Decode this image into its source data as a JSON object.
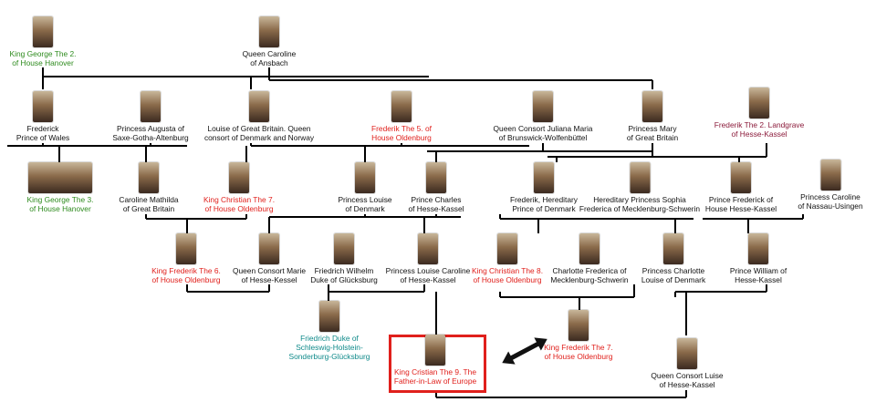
{
  "colors": {
    "black": "#111111",
    "green": "#2e8b1e",
    "red": "#e0201c",
    "maroon": "#8b1a3a",
    "teal": "#0f8a8a",
    "line": "#000000"
  },
  "people": {
    "george2": {
      "name": "King George The 2.\nof House Hanover",
      "color": "green",
      "icon": "portrait-icon"
    },
    "caroline_ansbach": {
      "name": "Queen Caroline\nof Ansbach",
      "color": "black",
      "icon": "portrait-icon"
    },
    "frederick_wales": {
      "name": "Frederick\nPrince of Wales",
      "color": "black",
      "icon": "portrait-icon"
    },
    "augusta": {
      "name": "Princess Augusta of\nSaxe-Gotha-Altenburg",
      "color": "black",
      "icon": "portrait-icon"
    },
    "louise_gb": {
      "name": "Louise of Great Britain. Queen\nconsort of Denmark and Norway",
      "color": "black",
      "icon": "portrait-icon"
    },
    "frederik5": {
      "name": "Frederik The 5. of\nHouse Oldenburg",
      "color": "red",
      "icon": "portrait-icon"
    },
    "juliana_maria": {
      "name": "Queen Consort Juliana Maria\nof Brunswick-Wolfenbüttel",
      "color": "black",
      "icon": "portrait-icon"
    },
    "mary_gb": {
      "name": "Princess Mary\nof Great Britain",
      "color": "black",
      "icon": "portrait-icon"
    },
    "frederik2_hk": {
      "name": "Frederik The 2. Landgrave\nof Hesse-Kassel",
      "color": "maroon",
      "icon": "portrait-icon"
    },
    "george3": {
      "name": "King George The 3.\nof House Hanover",
      "color": "green",
      "icon": "portrait-icon"
    },
    "caroline_mathilda": {
      "name": "Caroline Mathilda\nof Great Britain",
      "color": "black",
      "icon": "portrait-icon"
    },
    "christian7": {
      "name": "King Christian The 7.\nof House Oldenburg",
      "color": "red",
      "icon": "portrait-icon"
    },
    "louise_dk": {
      "name": "Princess Louise\nof Denmark",
      "color": "black",
      "icon": "portrait-icon"
    },
    "charles_hk": {
      "name": "Prince Charles\nof Hesse-Kassel",
      "color": "black",
      "icon": "portrait-icon"
    },
    "frederik_hered": {
      "name": "Frederik, Hereditary\nPrince of Denmark",
      "color": "black",
      "icon": "portrait-icon"
    },
    "sophia_fred": {
      "name": "Hereditary Princess Sophia\nFrederica of Mecklenburg-Schwerin",
      "color": "black",
      "icon": "portrait-icon"
    },
    "frederick_hk": {
      "name": "Prince Frederick of\nHouse Hesse-Kassel",
      "color": "black",
      "icon": "portrait-icon"
    },
    "caroline_nassau": {
      "name": "Princess Caroline\nof Nassau-Usingen",
      "color": "black",
      "icon": "portrait-icon"
    },
    "frederik6": {
      "name": "King  Frederik The 6.\nof House Oldenburg",
      "color": "red",
      "icon": "portrait-icon"
    },
    "marie_hk": {
      "name": "Queen Consort Marie\nof Hesse-Kessel",
      "color": "black",
      "icon": "portrait-icon"
    },
    "fw_glucksburg": {
      "name": "Friedrich Wilhelm\nDuke of Glücksburg",
      "color": "black",
      "icon": "portrait-icon"
    },
    "louise_caroline": {
      "name": "Princess Louise Caroline\nof Hesse-Kassel",
      "color": "black",
      "icon": "portrait-icon"
    },
    "christian8": {
      "name": "King Christian The 8.\nof House Oldenburg",
      "color": "red",
      "icon": "portrait-icon"
    },
    "charlotte_fred": {
      "name": "Charlotte Frederica of\nMecklenburg-Schwerin",
      "color": "black",
      "icon": "portrait-icon"
    },
    "charlotte_dk": {
      "name": "Princess Charlotte\nLouise of Denmark",
      "color": "black",
      "icon": "portrait-icon"
    },
    "william_hk": {
      "name": "Prince William of\nHesse-Kassel",
      "color": "black",
      "icon": "portrait-icon"
    },
    "friedrich_shs": {
      "name": "Friedrich Duke of\nSchleswig-Holstein-\nSonderburg-Glücksburg",
      "color": "teal",
      "icon": "portrait-icon"
    },
    "christian9": {
      "name": "King Cristian The 9. The\nFather-in-Law of Europe",
      "color": "red",
      "icon": "portrait-icon"
    },
    "frederik7": {
      "name": "King Frederik The 7.\nof House Oldenburg",
      "color": "red",
      "icon": "portrait-icon"
    },
    "luise_hk": {
      "name": "Queen Consort Luise\nof Hesse-Kassel",
      "color": "black",
      "icon": "portrait-icon"
    }
  },
  "annotations": {
    "double_arrow_icon": "double-arrow-icon"
  }
}
